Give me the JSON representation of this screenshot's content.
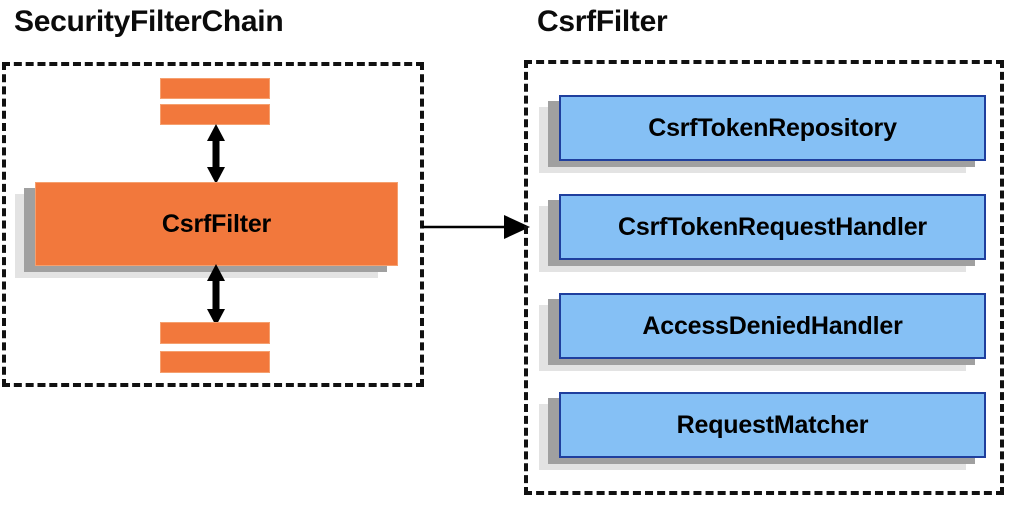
{
  "diagram": {
    "type": "component-relationship-diagram",
    "colors": {
      "orange_fill": "#F2783C",
      "orange_border": "#F5A06F",
      "blue_fill": "#85C0F5",
      "blue_border": "#1F3F9E",
      "shadow_near": "#A0A0A0",
      "shadow_far": "#E3E3E3",
      "panel_border": "#111111",
      "text": "#000000",
      "background": "#FFFFFF"
    }
  },
  "left_panel": {
    "title": "SecurityFilterChain",
    "top_filters": [
      {
        "label": ""
      },
      {
        "label": ""
      }
    ],
    "highlighted_filter": {
      "label": "CsrfFilter"
    },
    "bottom_filters": [
      {
        "label": ""
      },
      {
        "label": ""
      }
    ],
    "arrows": {
      "top": "double-headed-vertical-arrow",
      "bottom": "double-headed-vertical-arrow"
    }
  },
  "connector": {
    "name": "expands-into-arrow",
    "direction": "left-to-right",
    "head": "single"
  },
  "right_panel": {
    "title": "CsrfFilter",
    "collaborators": [
      {
        "label": "CsrfTokenRepository"
      },
      {
        "label": "CsrfTokenRequestHandler"
      },
      {
        "label": "AccessDeniedHandler"
      },
      {
        "label": "RequestMatcher"
      }
    ]
  }
}
